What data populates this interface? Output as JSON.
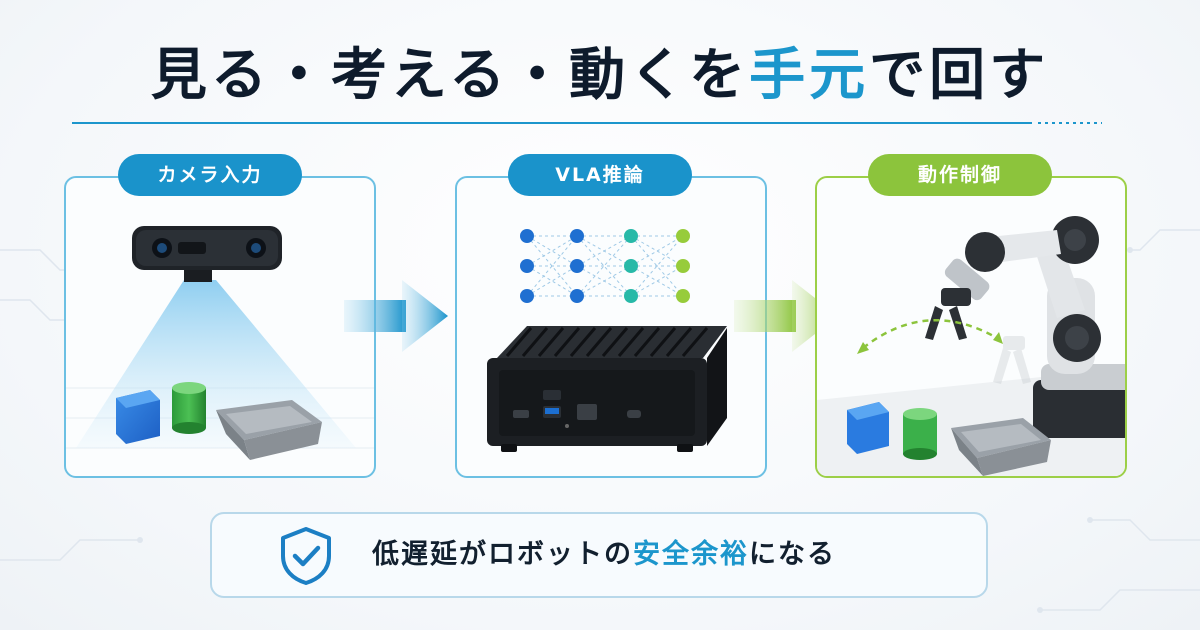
{
  "title": {
    "part1": "見る・考える・動くを",
    "accent": "手元",
    "part2": "で回す"
  },
  "panels": [
    {
      "label": "カメラ入力",
      "theme": "blue"
    },
    {
      "label": "VLA推論",
      "theme": "blue"
    },
    {
      "label": "動作制御",
      "theme": "green"
    }
  ],
  "footer": {
    "part1": "低遅延がロボットの",
    "accent": "安全余裕",
    "part2": "になる"
  },
  "colors": {
    "accent_blue": "#1c96cc",
    "accent_green": "#8cc43c",
    "dark_text": "#0e1b2c"
  },
  "icons": [
    "camera-icon",
    "neural-network-icon",
    "mini-pc-icon",
    "robot-arm-icon",
    "shield-check-icon",
    "arrow-right-icon"
  ]
}
